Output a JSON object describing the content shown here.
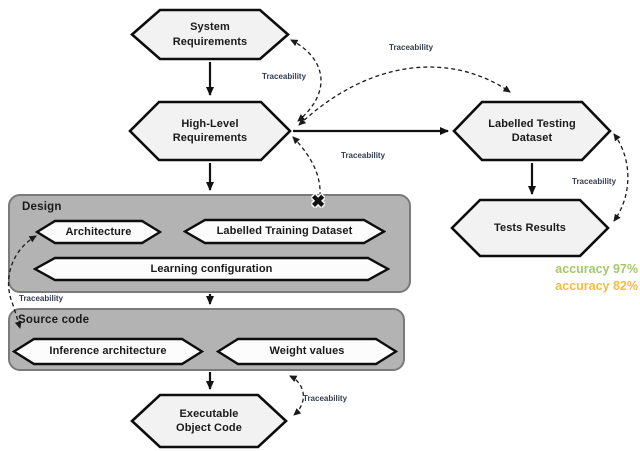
{
  "nodes": {
    "system_requirements": {
      "line1": "System",
      "line2": "Requirements"
    },
    "high_level_requirements": {
      "line1": "High-Level",
      "line2": "Requirements"
    },
    "labelled_testing_dataset": {
      "line1": "Labelled Testing",
      "line2": "Dataset"
    },
    "tests_results": {
      "label": "Tests Results"
    },
    "architecture": {
      "label": "Architecture"
    },
    "labelled_training_dataset": {
      "label": "Labelled Training Dataset"
    },
    "learning_configuration": {
      "label": "Learning configuration"
    },
    "inference_architecture": {
      "label": "Inference architecture"
    },
    "weight_values": {
      "label": "Weight values"
    },
    "executable_object_code": {
      "line1": "Executable",
      "line2": "Object Code"
    }
  },
  "groups": {
    "design": {
      "label": "Design"
    },
    "source_code": {
      "label": "Source code"
    }
  },
  "edges": {
    "traceability_label": "Traceability"
  },
  "annotations": {
    "accuracy_green": {
      "text": "accuracy 97%",
      "color": "#a5c969"
    },
    "accuracy_yellow": {
      "text": "accuracy 82%",
      "color": "#f2bd43"
    }
  },
  "icons": {
    "broken_link": "✖"
  },
  "colors": {
    "node_fill": "#f2f2f2",
    "inner_node_fill": "#fcfcfc",
    "node_border": "#0d0d0d",
    "group_fill": "#b3b3b3",
    "group_border": "#7a7a7a",
    "traceability_text": "#333f4f",
    "accuracy_green": "#a5c969",
    "accuracy_yellow": "#f2bd43"
  }
}
